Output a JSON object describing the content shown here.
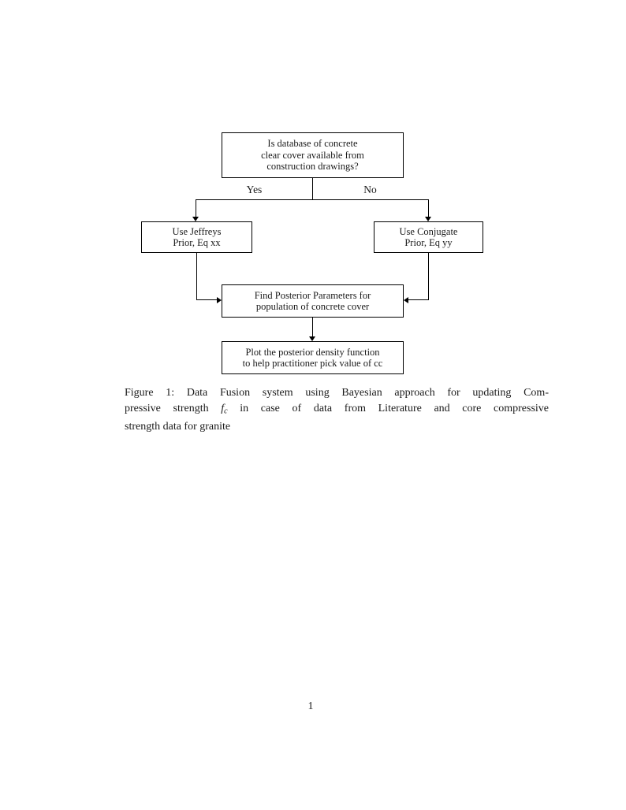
{
  "page": {
    "number": "1"
  },
  "flowchart": {
    "nodes": {
      "question": {
        "lines": [
          "Is database of concrete",
          "clear cover available from",
          "construction drawings?"
        ]
      },
      "jeffreys": {
        "lines": [
          "Use Jeffreys",
          "Prior, Eq xx"
        ]
      },
      "conjugate": {
        "lines": [
          "Use Conjugate",
          "Prior, Eq yy"
        ]
      },
      "posterior": {
        "lines": [
          "Find Posterior Parameters for",
          "population of concrete cover"
        ]
      },
      "plot": {
        "lines": [
          "Plot the posterior density function",
          "to help practitioner pick value of cc"
        ]
      }
    },
    "edge_labels": {
      "yes": "Yes",
      "no": "No"
    }
  },
  "caption": {
    "line1": "Figure 1: Data Fusion system using Bayesian approach for updating Com-",
    "line2_pre": "pressive strength",
    "math_f": "f",
    "math_sub": "c",
    "line2_post": "in case of data from Literature and core compressive",
    "line3": "strength data for granite"
  },
  "colors": {
    "ink": "#000000",
    "background": "#ffffff"
  }
}
